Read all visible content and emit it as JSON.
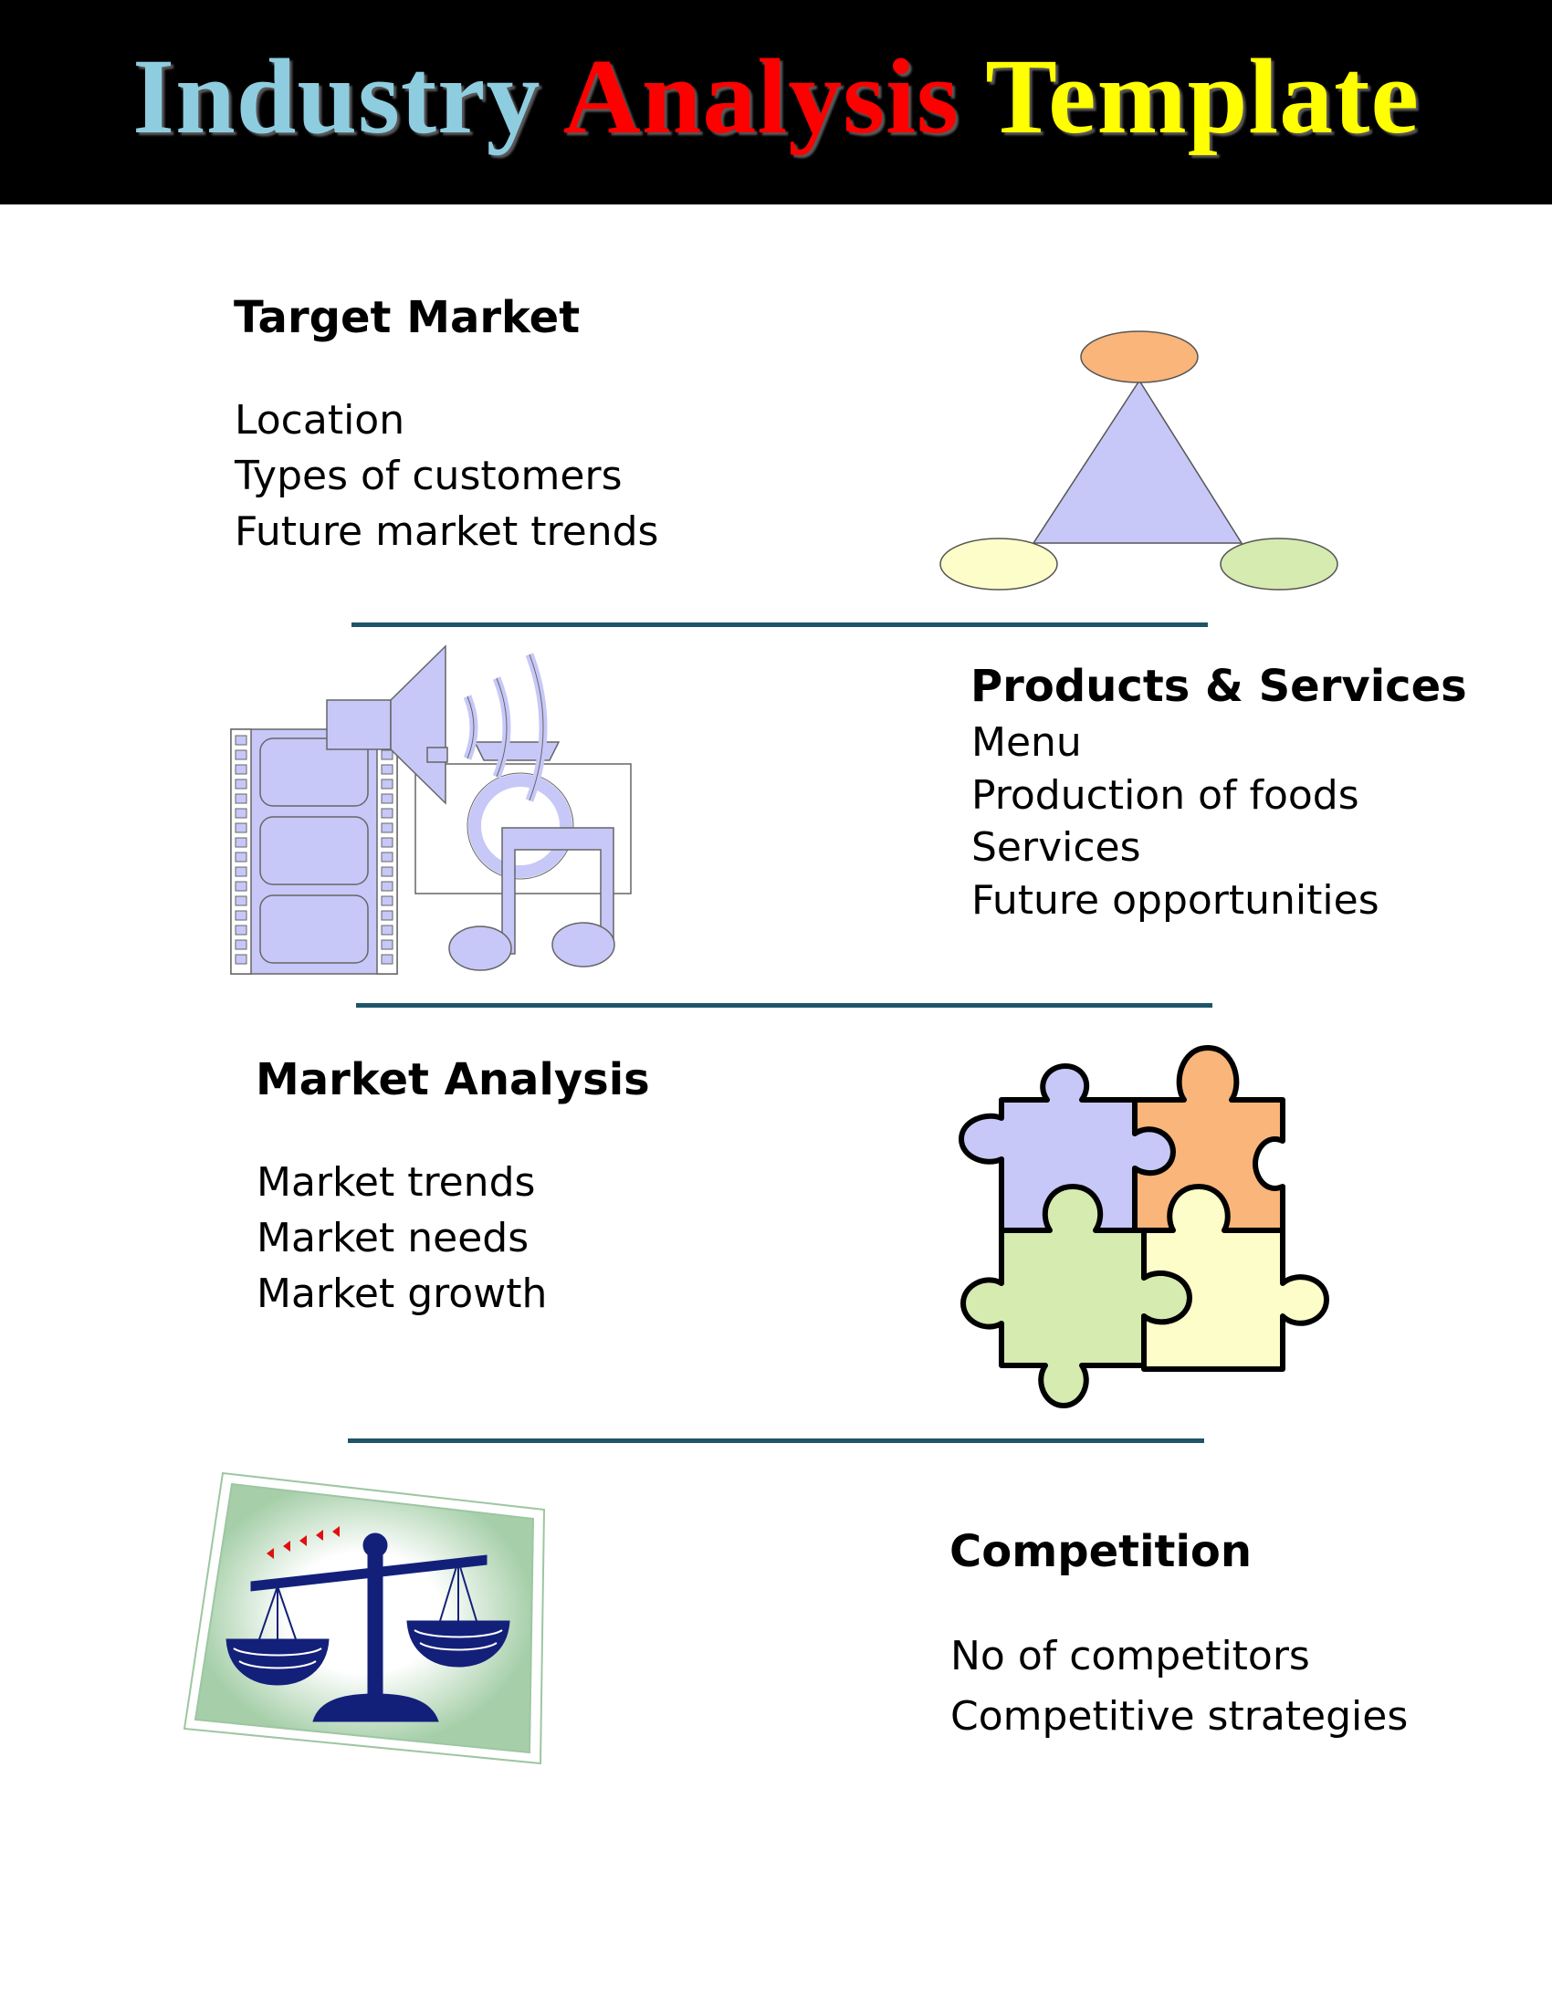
{
  "banner": {
    "title_word1": "Industry",
    "title_word2": "Analysis",
    "title_word3": "Template"
  },
  "sections": {
    "target_market": {
      "title": "Target Market",
      "items": [
        "Location",
        "Types of customers",
        "Future market trends"
      ]
    },
    "products_services": {
      "title": "Products & Services",
      "items": [
        "Menu",
        "Production of foods",
        "Services",
        "Future opportunities"
      ]
    },
    "market_analysis": {
      "title": "Market Analysis",
      "items": [
        "Market trends",
        "Market needs",
        "Market growth"
      ]
    },
    "competition": {
      "title": "Competition",
      "items": [
        "No of competitors",
        "Competitive strategies"
      ]
    }
  },
  "colors": {
    "banner_bg": "#000000",
    "title_word1": "#8ecde0",
    "title_word2": "#ff0000",
    "title_word3": "#ffff00",
    "divider": "#1e5568",
    "accent_lavender": "#c7c8f8",
    "accent_orange": "#f9b57a",
    "accent_green": "#d6ebb0",
    "accent_cream": "#fdfdc9",
    "scale_navy": "#13207a"
  },
  "icons": {
    "target_market": "triangle-cycle-icon",
    "products_services": "multimedia-icon",
    "market_analysis": "puzzle-icon",
    "competition": "balance-scale-icon"
  }
}
